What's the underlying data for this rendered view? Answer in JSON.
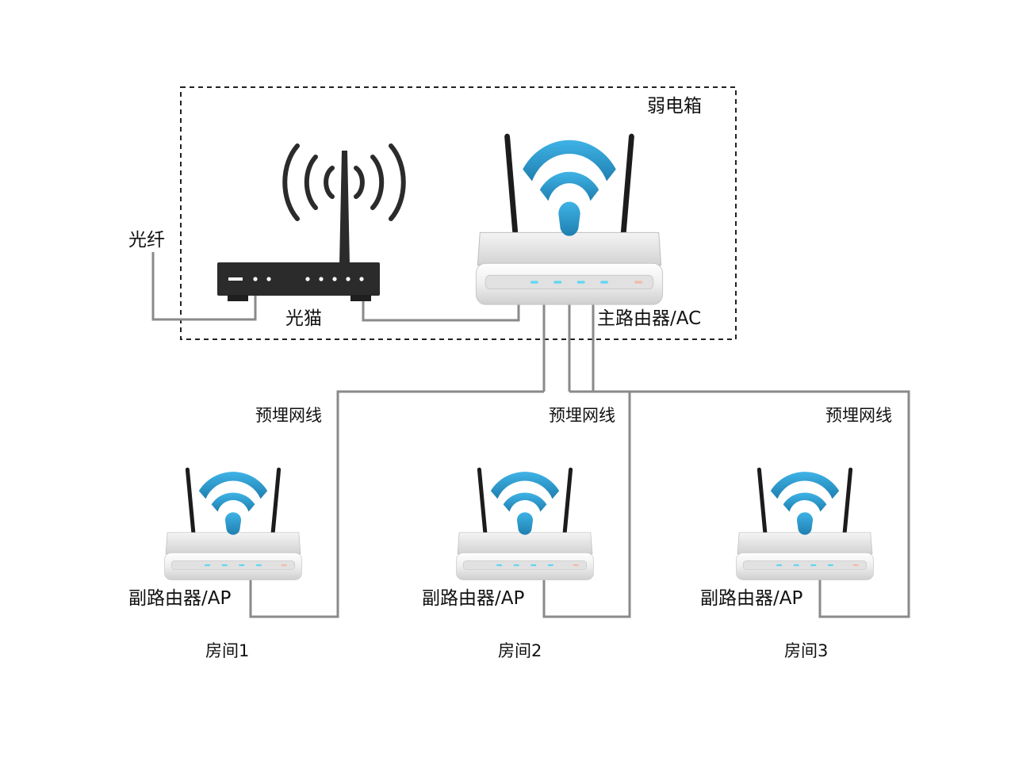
{
  "labels": {
    "box": "弱电箱",
    "fiber": "光纤",
    "modem": "光猫",
    "main_router": "主路由器/AC",
    "cable": "预埋网线",
    "sub_router": "副路由器/AP",
    "rooms": [
      "房间1",
      "房间2",
      "房间3"
    ]
  },
  "colors": {
    "wifi": "#2a9bd0",
    "modem_body": "#2b2b2b",
    "router_body": "#e6e6e6",
    "led": "#5fd6f2",
    "cable": "#8a8a8a",
    "box_border": "#222222"
  }
}
